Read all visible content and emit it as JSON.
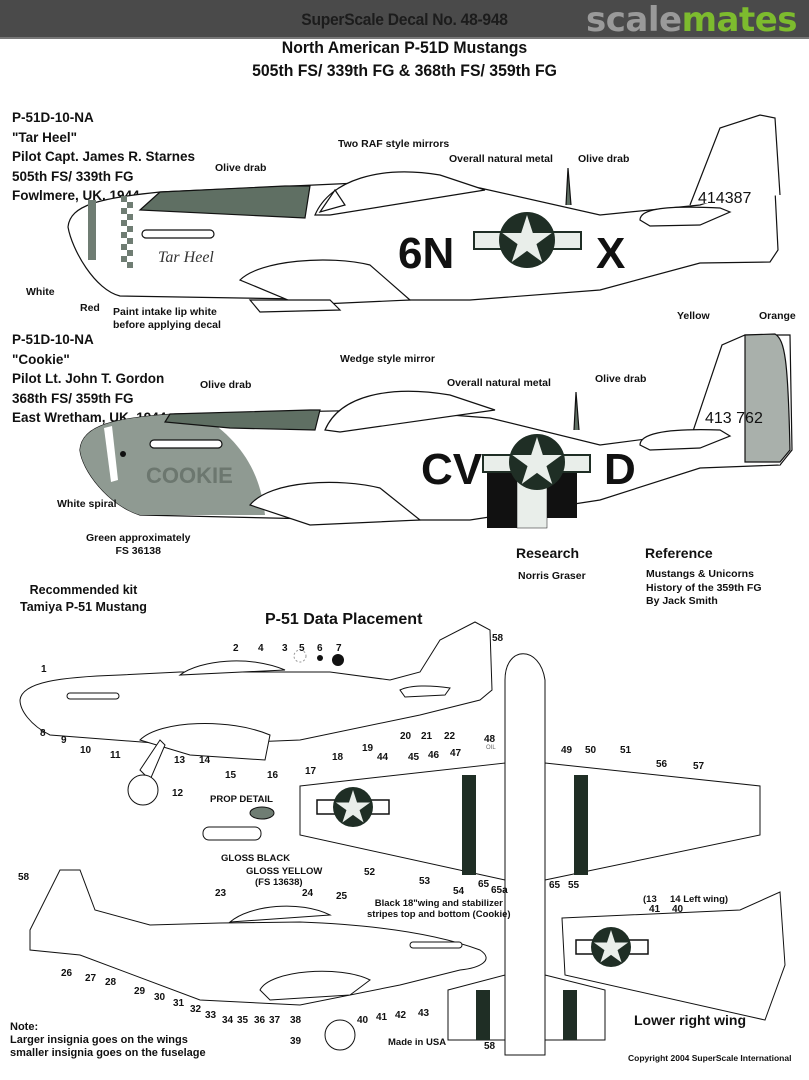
{
  "header": {
    "decal_title": "SuperScale Decal No. 48-948",
    "logo_part1": "scale",
    "logo_part2": "mates",
    "colors": {
      "bar": "#4a4a4a",
      "logo_grey": "#9a9a9a",
      "logo_green": "#7dbb2e"
    }
  },
  "titles": {
    "line1": "North American P-51D Mustangs",
    "line2": "505th FS/ 339th FG & 368th FS/ 359th FG"
  },
  "aircraft1": {
    "info": [
      "P-51D-10-NA",
      "\"Tar Heel\"",
      "Pilot Capt. James R. Starnes",
      "505th FS/ 339th FG",
      "Fowlmere, UK, 1944"
    ],
    "callouts": {
      "olive_drab_1": "Olive drab",
      "mirrors": "Two RAF style mirrors",
      "natural_metal": "Overall natural metal",
      "olive_drab_2": "Olive drab",
      "white": "White",
      "red": "Red",
      "intake": [
        "Paint intake lip white",
        "before applying decal"
      ]
    },
    "code_left": "6N",
    "code_right": "X",
    "serial": "414387",
    "nose_art": "Tar Heel"
  },
  "aircraft2": {
    "info": [
      "P-51D-10-NA",
      "\"Cookie\"",
      "Pilot Lt. John T. Gordon",
      "368th FS/ 359th FG",
      "East Wretham, UK, 1944"
    ],
    "callouts": {
      "olive_drab_1": "Olive drab",
      "mirror": "Wedge style mirror",
      "natural_metal": "Overall natural metal",
      "olive_drab_2": "Olive drab",
      "yellow": "Yellow",
      "orange": "Orange",
      "white_spiral": "White spiral",
      "green": [
        "Green approximately",
        "FS 36138"
      ]
    },
    "code_left": "CV",
    "code_right": "D",
    "serial": "413 762",
    "nose_art": "COOKIE"
  },
  "research": {
    "heading": "Research",
    "name": "Norris Graser"
  },
  "reference": {
    "heading": "Reference",
    "lines": [
      "Mustangs & Unicorns",
      "History of the 359th FG",
      "By Jack Smith"
    ]
  },
  "kit": {
    "lines": [
      "Recommended kit",
      "Tamiya  P-51 Mustang"
    ]
  },
  "placement": {
    "title": "P-51 Data Placement",
    "prop_detail": "PROP DETAIL",
    "gloss_black": "GLOSS BLACK",
    "gloss_yellow": "GLOSS YELLOW",
    "fs_code": "(FS 13638)",
    "stripes_note": [
      "Black 18\"wing and stabilizer",
      "stripes top and bottom (Cookie)"
    ],
    "left_wing_note": [
      "(13",
      "14 Left wing)"
    ],
    "lower_right_wing": "Lower right wing",
    "oil": "OIL",
    "numbers_side_top": [
      "1",
      "2",
      "3",
      "4",
      "5",
      "6",
      "7",
      "8",
      "9",
      "10",
      "11",
      "12",
      "13",
      "14",
      "15",
      "16",
      "17",
      "18",
      "19",
      "20",
      "21",
      "22"
    ],
    "numbers_side_bottom": [
      "23",
      "24",
      "25",
      "26",
      "27",
      "28",
      "29",
      "30",
      "31",
      "32",
      "33",
      "34",
      "35",
      "36",
      "37",
      "38",
      "39",
      "40",
      "41",
      "42",
      "43"
    ],
    "numbers_wing": [
      "44",
      "45",
      "46",
      "47",
      "48",
      "49",
      "50",
      "51",
      "52",
      "53",
      "54",
      "55",
      "56",
      "57",
      "58",
      "65",
      "65a"
    ]
  },
  "note": {
    "lines": [
      "Note:",
      "Larger insignia goes on the wings",
      "smaller insignia goes on the fuselage"
    ]
  },
  "made_in": "Made in USA",
  "copyright": "Copyright 2004 SuperScale International",
  "colors": {
    "olive_drab": "#5f6f63",
    "insignia": "#1f2e25",
    "green_nose": "#8f9a92",
    "tail_orange": "#a9b0ab",
    "black": "#111111"
  }
}
